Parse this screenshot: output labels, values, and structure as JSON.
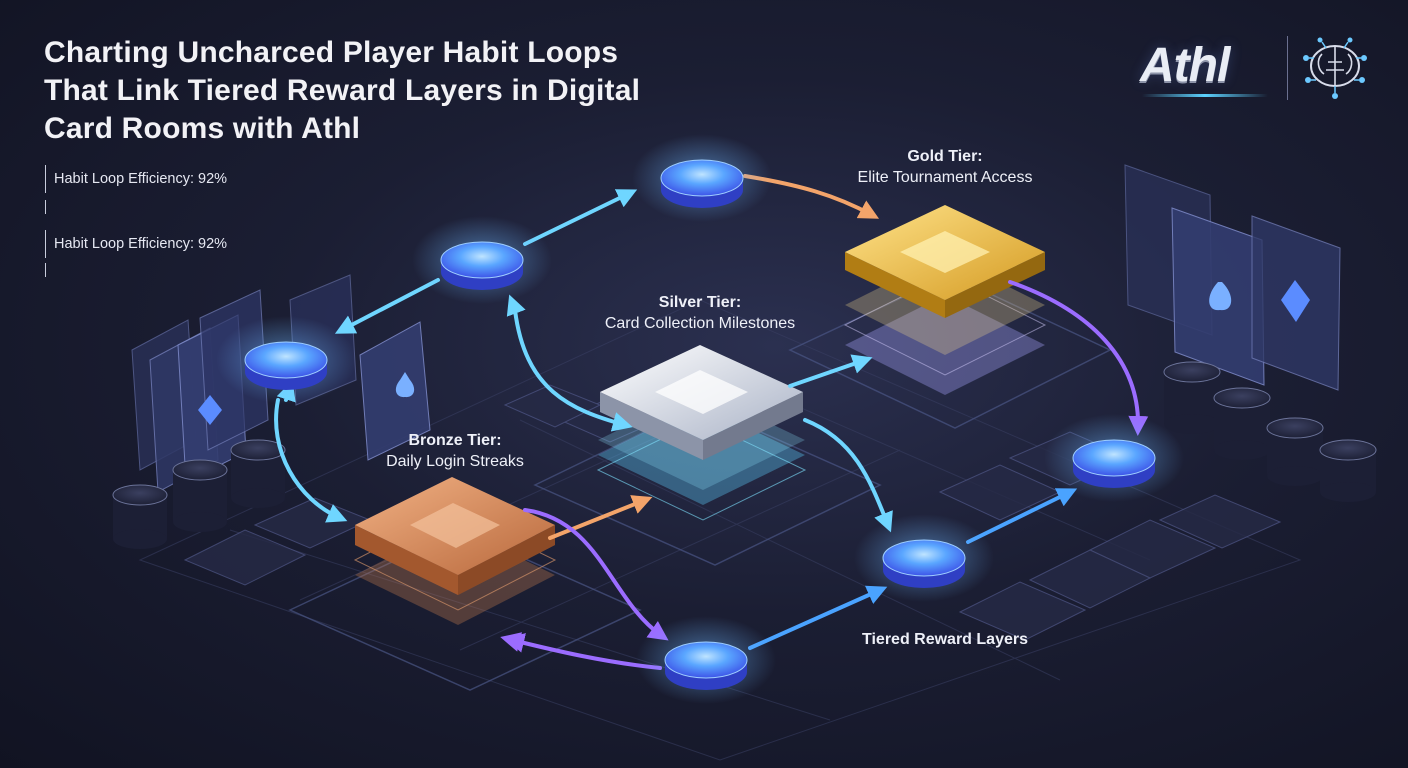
{
  "header": {
    "title_lines": [
      "Charting Uncharced Player Habit Loops",
      "That Link Tiered Reward Layers in Digital",
      "Card Rooms with Athl"
    ],
    "stats": [
      "Habit Loop Efficiency: 92%",
      "Habit Loop Efficiency: 92%"
    ]
  },
  "brand": {
    "logo_text": "Athl",
    "icon": "brain-circuit-icon"
  },
  "tiers": [
    {
      "id": "bronze",
      "name": "Bronze Tier:",
      "subtitle": "Daily Login Streaks",
      "color": "#d98a5a"
    },
    {
      "id": "silver",
      "name": "Silver Tier:",
      "subtitle": "Card Collection Milestones",
      "color": "#d9dde8"
    },
    {
      "id": "gold",
      "name": "Gold Tier:",
      "subtitle": "Elite Tournament Access",
      "color": "#f0c44c"
    }
  ],
  "footer_label": "Tiered Reward Layers",
  "colors": {
    "accent_blue": "#4a7dff",
    "arrow_cyan": "#6fd6ff",
    "arrow_purple": "#9b6cff",
    "arrow_orange": "#f3a46a"
  }
}
